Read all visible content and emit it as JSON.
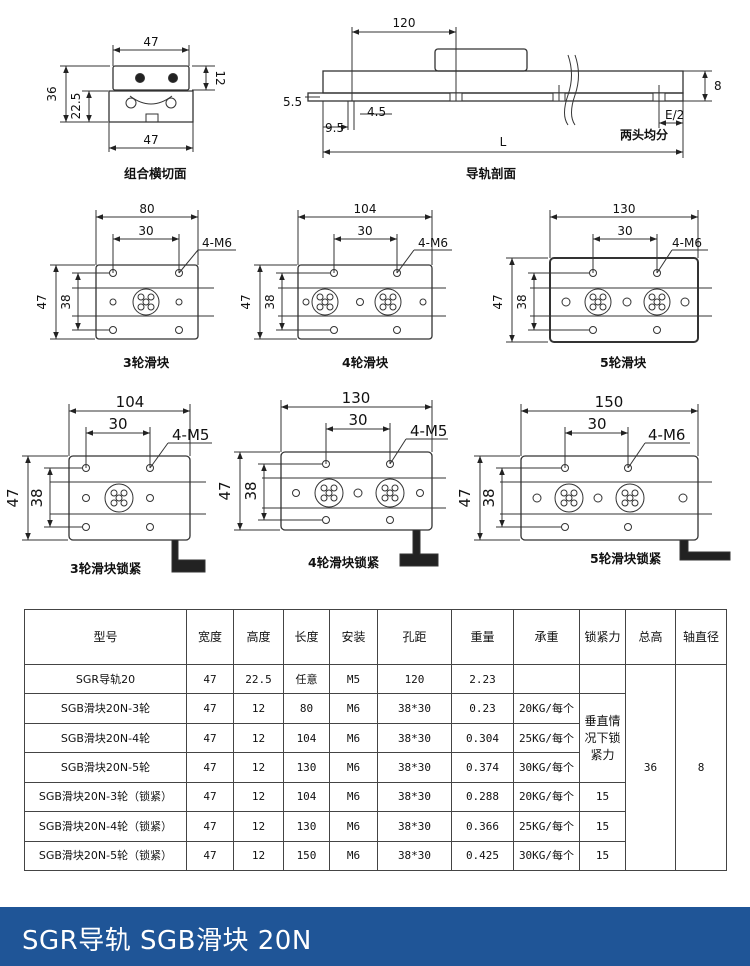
{
  "drawings": {
    "cross_section": {
      "label": "组合横切面",
      "dims": {
        "width_top": "47",
        "width_bottom": "47",
        "height": "36",
        "rail_height": "22.5",
        "block_height": "12"
      }
    },
    "rail_section": {
      "label": "导轨剖面",
      "dims": {
        "pitch": "120",
        "offset": "5.5",
        "hole_spacing": "9.5",
        "hole_dia": "4.5",
        "length": "L",
        "thickness": "8",
        "end": "E/2",
        "note": "两头均分"
      }
    },
    "blocks": [
      {
        "label": "3轮滑块",
        "width": "80",
        "pitch": "30",
        "thread": "4-M6",
        "height": "47",
        "inner": "38"
      },
      {
        "label": "4轮滑块",
        "width": "104",
        "pitch": "30",
        "thread": "4-M6",
        "height": "47",
        "inner": "38"
      },
      {
        "label": "5轮滑块",
        "width": "130",
        "pitch": "30",
        "thread": "4-M6",
        "height": "47",
        "inner": "38"
      },
      {
        "label": "3轮滑块锁紧",
        "width": "104",
        "pitch": "30",
        "thread": "4-M5",
        "height": "47",
        "inner": "38"
      },
      {
        "label": "4轮滑块锁紧",
        "width": "130",
        "pitch": "30",
        "thread": "4-M5",
        "height": "47",
        "inner": "38"
      },
      {
        "label": "5轮滑块锁紧",
        "width": "150",
        "pitch": "30",
        "thread": "4-M6",
        "height": "47",
        "inner": "38"
      }
    ]
  },
  "table": {
    "headers": [
      "型号",
      "宽度",
      "高度",
      "长度",
      "安装",
      "孔距",
      "重量",
      "承重",
      "锁紧力",
      "总高",
      "轴直径"
    ],
    "rows": [
      [
        "SGR导轨20",
        "47",
        "22.5",
        "任意",
        "M5",
        "120",
        "2.23",
        ""
      ],
      [
        "SGB滑块20N-3轮",
        "47",
        "12",
        "80",
        "M6",
        "38*30",
        "0.23",
        "20KG/每个"
      ],
      [
        "SGB滑块20N-4轮",
        "47",
        "12",
        "104",
        "M6",
        "38*30",
        "0.304",
        "25KG/每个"
      ],
      [
        "SGB滑块20N-5轮",
        "47",
        "12",
        "130",
        "M6",
        "38*30",
        "0.374",
        "30KG/每个"
      ],
      [
        "SGB滑块20N-3轮（锁紧）",
        "47",
        "12",
        "104",
        "M6",
        "38*30",
        "0.288",
        "20KG/每个"
      ],
      [
        "SGB滑块20N-4轮（锁紧）",
        "47",
        "12",
        "130",
        "M6",
        "38*30",
        "0.366",
        "25KG/每个"
      ],
      [
        "SGB滑块20N-5轮（锁紧）",
        "47",
        "12",
        "150",
        "M6",
        "38*30",
        "0.425",
        "30KG/每个"
      ]
    ],
    "lock_force_note": "垂直情况下锁紧力",
    "lock_force_values": [
      "15",
      "15",
      "15"
    ],
    "total_height": "36",
    "shaft_diameter": "8"
  },
  "footer": {
    "title": "SGR导轨 SGB滑块  20N"
  }
}
